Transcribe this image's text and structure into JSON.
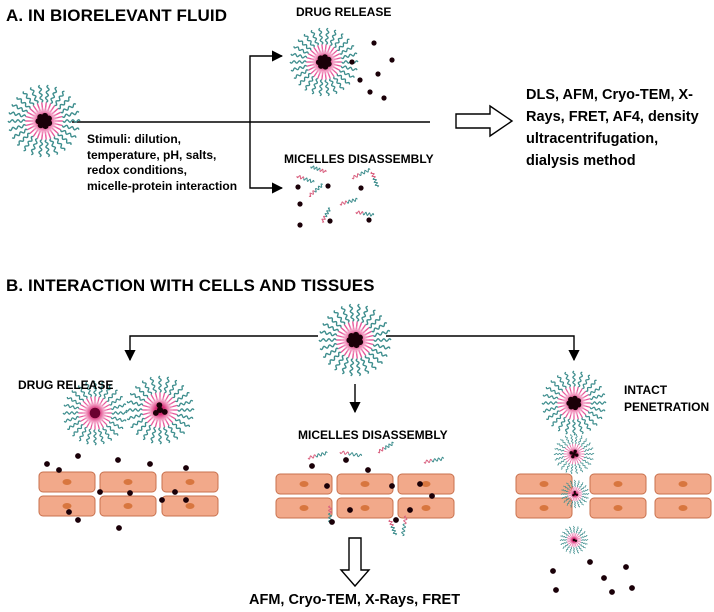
{
  "section_a": {
    "title": "A. IN BIORELEVANT FLUID",
    "drug_release": "DRUG RELEASE",
    "micelles_disassembly": "MICELLES DISASSEMBLY",
    "stimuli": [
      "Stimuli: dilution,",
      "temperature, pH, salts,",
      "redox conditions,",
      "micelle-protein interaction"
    ],
    "methods": [
      "DLS, AFM, Cryo-TEM, X-",
      "Rays, FRET, AF4, density",
      "ultracentrifugation,",
      "dialysis method"
    ]
  },
  "section_b": {
    "title": "B. INTERACTION WITH CELLS AND TISSUES",
    "drug_release": "DRUG RELEASE",
    "micelles_disassembly": "MICELLES DISASSEMBLY",
    "intact_penetration": [
      "INTACT",
      "PENETRATION"
    ],
    "methods": "AFM, Cryo-TEM, X-Rays, FRET"
  },
  "colors": {
    "shell": "#3d8d8d",
    "core_glow": "#e8579a",
    "drug": "#1a0008",
    "cell_fill": "#f2a98a",
    "cell_stroke": "#c8714e",
    "nucleus": "#d8763f",
    "arrow": "#000000"
  },
  "icons": [
    "micelle-icon",
    "drug-molecule-icon",
    "cell-layer-icon",
    "outline-arrow-icon"
  ]
}
